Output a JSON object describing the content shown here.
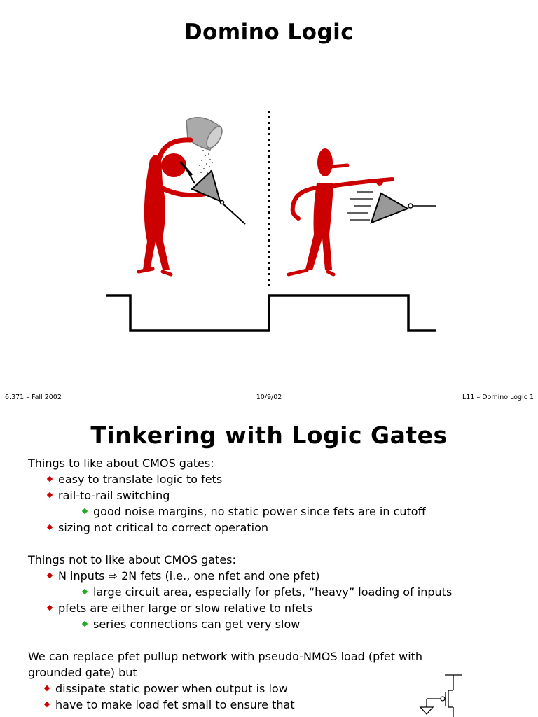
{
  "slide1": {
    "title": "Domino Logic",
    "footer_left": "6.371 – Fall 2002",
    "footer_center": "10/9/02",
    "footer_right": "L11 – Domino Logic  1",
    "colors": {
      "figure": "#cc0000",
      "gate_fill": "#999999",
      "waveform": "#000000"
    },
    "icons": [
      "figure-pouring-bucket-icon",
      "figure-pointing-icon",
      "buffer-gate-icon",
      "bucket-icon",
      "clock-waveform"
    ]
  },
  "slide2": {
    "title": "Tinkering with Logic Gates",
    "sections": [
      {
        "heading": "Things to like about CMOS gates:",
        "items": [
          {
            "text": "easy to translate logic to fets"
          },
          {
            "text": "rail-to-rail switching"
          },
          {
            "text": "good noise margins, no static power since fets are in cutoff"
          },
          {
            "text": "sizing not critical to correct operation"
          }
        ]
      },
      {
        "heading": "Things not to like about CMOS gates:",
        "items": [
          {
            "text": "N inputs ⇨ 2N fets (i.e., one nfet and one pfet)"
          },
          {
            "text": "large circuit area, especially for pfets, “heavy” loading of inputs"
          },
          {
            "text": "pfets are either large or slow relative to nfets"
          },
          {
            "text": "series connections can get very slow"
          }
        ]
      },
      {
        "heading_line1": "We can replace pfet pullup network with pseudo-NMOS load (pfet with",
        "heading_line2": "grounded gate) but",
        "items": [
          {
            "text": "dissipate static power when output is low"
          },
          {
            "text": "have to make load fet small to ensure that"
          }
        ]
      }
    ],
    "colors": {
      "bullet_primary": "#cc0000",
      "bullet_secondary": "#22aa22"
    }
  }
}
